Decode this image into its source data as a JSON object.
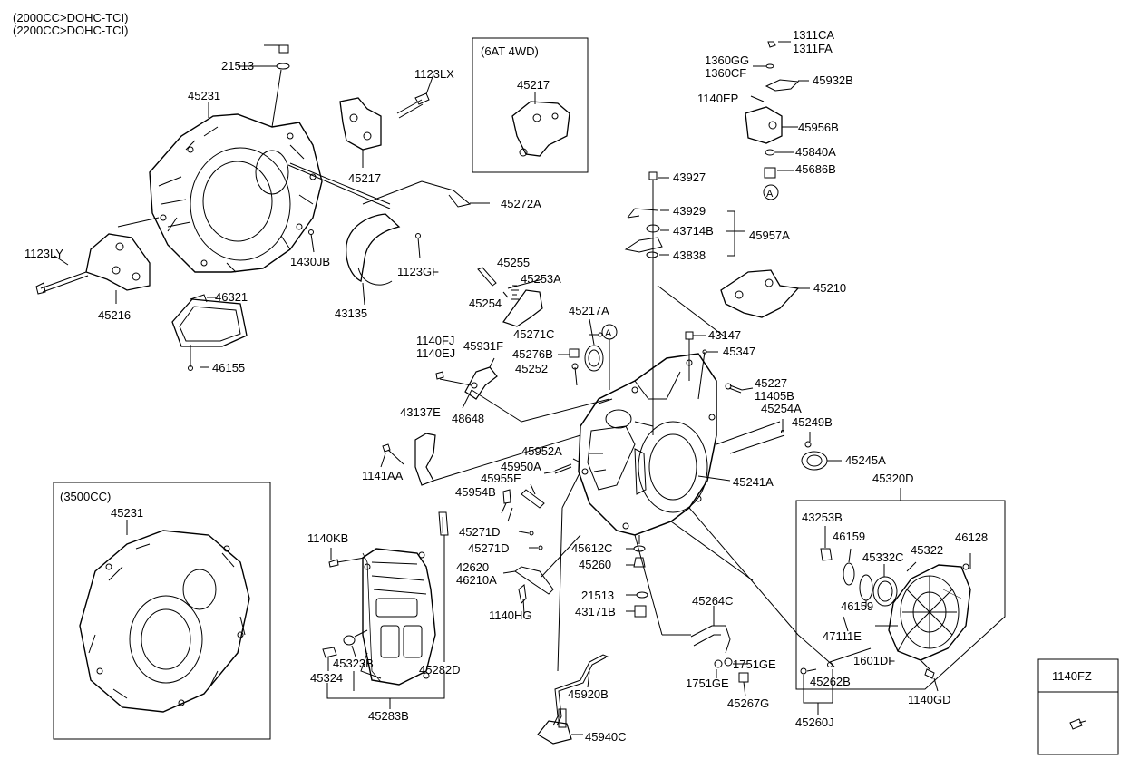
{
  "header": {
    "line1": "(2000CC>DOHC-TCI)",
    "line2": "(2200CC>DOHC-TCI)"
  },
  "insets": {
    "awd_title": "(6AT 4WD)",
    "awd_part": "45217",
    "cc3500_title": "(3500CC)",
    "cc3500_part": "45231",
    "fz_title": "1140FZ"
  },
  "callout_marker": "A",
  "parts": {
    "p1311CA": "1311CA",
    "p1311FA": "1311FA",
    "p1360GG": "1360GG",
    "p1360CF": "1360CF",
    "p45932B": "45932B",
    "p1140EP": "1140EP",
    "p45956B": "45956B",
    "p45840A": "45840A",
    "p45686B": "45686B",
    "p21513a": "21513",
    "p45231": "45231",
    "p1123LX": "1123LX",
    "p45217": "45217",
    "p45272A": "45272A",
    "p1123LY": "1123LY",
    "p1430JB": "1430JB",
    "p1123GF": "1123GF",
    "p45216": "45216",
    "p46321": "46321",
    "p43135": "43135",
    "p46155": "46155",
    "p43927": "43927",
    "p43929": "43929",
    "p43714B": "43714B",
    "p45957A": "45957A",
    "p43838": "43838",
    "p45255": "45255",
    "p45253A": "45253A",
    "p45254": "45254",
    "p45210": "45210",
    "p45217A": "45217A",
    "p45271Ca": "45271C",
    "p43147": "43147",
    "p1140FJ": "1140FJ",
    "p1140EJ": "1140EJ",
    "p45931F": "45931F",
    "p45276B": "45276B",
    "p45347": "45347",
    "p45252": "45252",
    "p45227": "45227",
    "p11405B": "11405B",
    "p45254A": "45254A",
    "p48648": "48648",
    "p43137E": "43137E",
    "p45249B": "45249B",
    "p45952A": "45952A",
    "p45245A": "45245A",
    "p45950A": "45950A",
    "p1141AA": "1141AA",
    "p45955E": "45955E",
    "p45241A": "45241A",
    "p45320D": "45320D",
    "p45954B": "45954B",
    "p43253B": "43253B",
    "p46159a": "46159",
    "p45332C": "45332C",
    "p45322": "45322",
    "p46128": "46128",
    "p45271D1": "45271D",
    "p1140KB": "1140KB",
    "p45271D2": "45271D",
    "p45612C": "45612C",
    "p42620": "42620",
    "p45260": "45260",
    "p46210A": "46210A",
    "p45264C": "45264C",
    "p46159b": "46159",
    "p21513b": "21513",
    "p1140HG": "1140HG",
    "p43171B": "43171B",
    "p47111E": "47111E",
    "p45323B": "45323B",
    "p45282D": "45282D",
    "p1751GE1": "1751GE",
    "p1601DF": "1601DF",
    "p45324": "45324",
    "p1751GE2": "1751GE",
    "p45262B": "45262B",
    "p45920B": "45920B",
    "p45267G": "45267G",
    "p1140GD": "1140GD",
    "p45283B": "45283B",
    "p45260J": "45260J",
    "p45940C": "45940C"
  }
}
